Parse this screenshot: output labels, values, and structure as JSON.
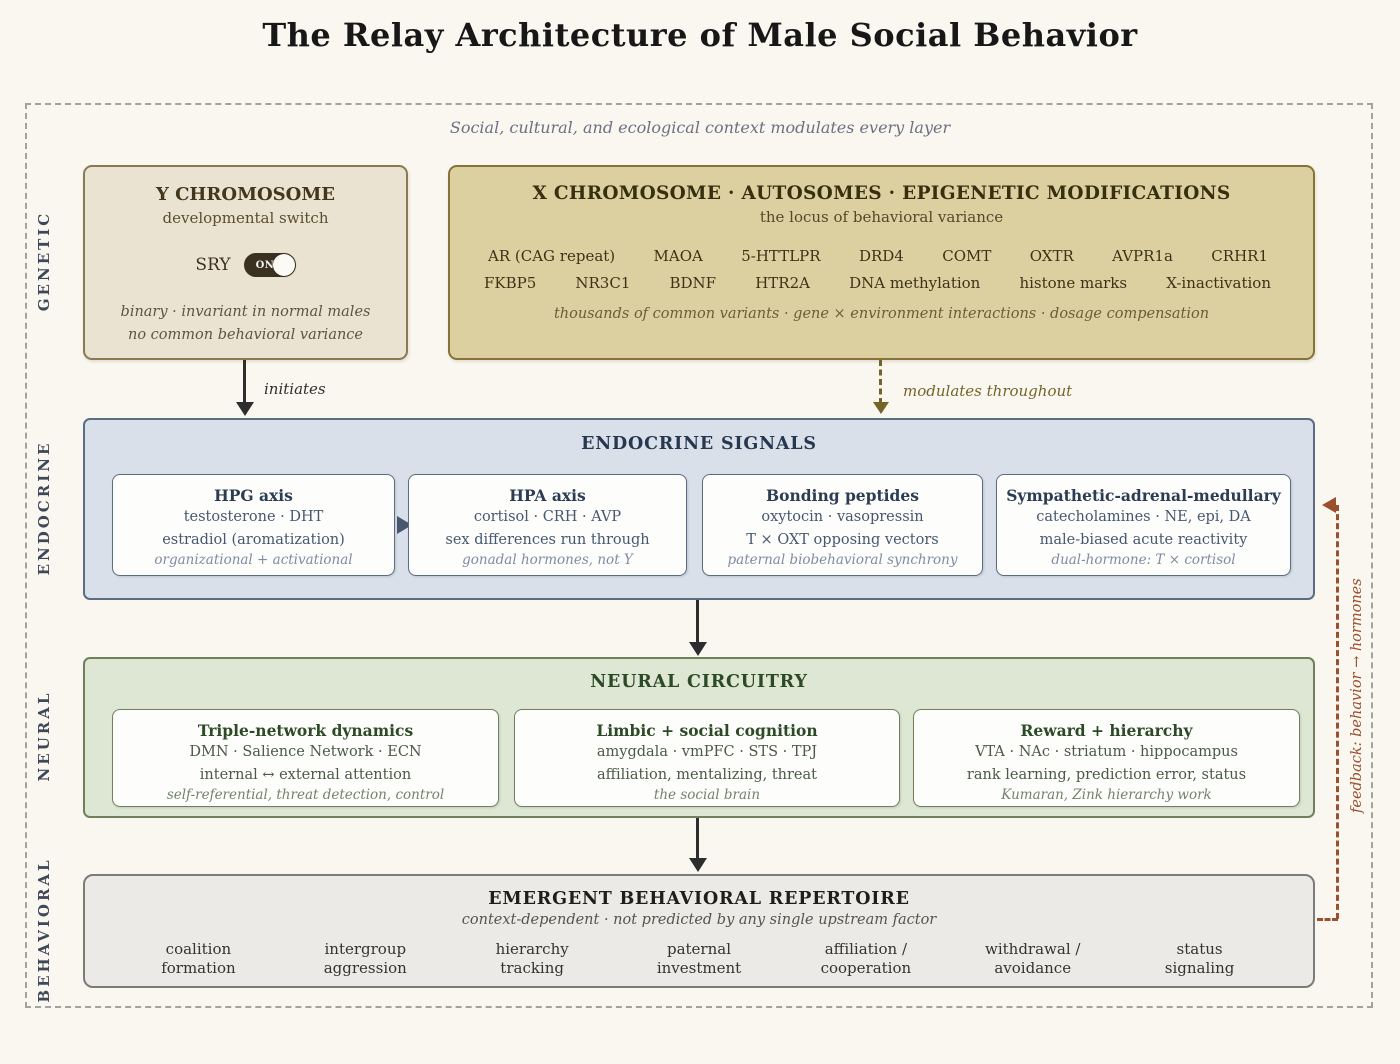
{
  "title": "The Relay Architecture of Male Social Behavior",
  "context_note": "Social, cultural, and ecological context modulates every layer",
  "layers": {
    "genetic": "GENETIC",
    "endocrine": "ENDOCRINE",
    "neural": "NEURAL",
    "behavioral": "BEHAVIORAL"
  },
  "y_box": {
    "title": "Y CHROMOSOME",
    "subtitle": "developmental switch",
    "sry_label": "SRY",
    "toggle_state": "ON",
    "note1": "binary · invariant in normal males",
    "note2": "no common behavioral variance"
  },
  "x_box": {
    "title": "X CHROMOSOME · AUTOSOMES · EPIGENETIC MODIFICATIONS",
    "subtitle": "the locus of behavioral variance",
    "genes_row1": [
      "AR (CAG repeat)",
      "MAOA",
      "5-HTTLPR",
      "DRD4",
      "COMT",
      "OXTR",
      "AVPR1a",
      "CRHR1"
    ],
    "genes_row2": [
      "FKBP5",
      "NR3C1",
      "BDNF",
      "HTR2A",
      "DNA methylation",
      "histone marks",
      "X-inactivation"
    ],
    "note": "thousands of common variants · gene × environment interactions · dosage compensation"
  },
  "arrows": {
    "initiates": "initiates",
    "modulates": "modulates throughout",
    "feedback": "feedback: behavior → hormones"
  },
  "endocrine": {
    "title": "ENDOCRINE SIGNALS",
    "cards": [
      {
        "title": "HPG axis",
        "line1": "testosterone · DHT",
        "line2": "estradiol (aromatization)",
        "note": "organizational + activational"
      },
      {
        "title": "HPA axis",
        "line1": "cortisol · CRH · AVP",
        "line2": "sex differences run through",
        "note": "gonadal hormones, not Y"
      },
      {
        "title": "Bonding peptides",
        "line1": "oxytocin · vasopressin",
        "line2": "T × OXT opposing vectors",
        "note": "paternal biobehavioral synchrony"
      },
      {
        "title": "Sympathetic-adrenal-medullary",
        "line1": "catecholamines · NE, epi, DA",
        "line2": "male-biased acute reactivity",
        "note": "dual-hormone: T × cortisol"
      }
    ]
  },
  "neural": {
    "title": "NEURAL CIRCUITRY",
    "cards": [
      {
        "title": "Triple-network dynamics",
        "line1": "DMN · Salience Network · ECN",
        "line2": "internal ↔ external attention",
        "note": "self-referential, threat detection, control"
      },
      {
        "title": "Limbic + social cognition",
        "line1": "amygdala · vmPFC · STS · TPJ",
        "line2": "affiliation, mentalizing, threat",
        "note": "the social brain"
      },
      {
        "title": "Reward + hierarchy",
        "line1": "VTA · NAc · striatum · hippocampus",
        "line2": "rank learning, prediction error, status",
        "note": "Kumaran, Zink hierarchy work"
      }
    ]
  },
  "behavioral": {
    "title": "EMERGENT BEHAVIORAL REPERTOIRE",
    "subtitle": "context-dependent · not predicted by any single upstream factor",
    "items": [
      {
        "line1": "coalition",
        "line2": "formation"
      },
      {
        "line1": "intergroup",
        "line2": "aggression"
      },
      {
        "line1": "hierarchy",
        "line2": "tracking"
      },
      {
        "line1": "paternal",
        "line2": "investment"
      },
      {
        "line1": "affiliation /",
        "line2": "cooperation"
      },
      {
        "line1": "withdrawal /",
        "line2": "avoidance"
      },
      {
        "line1": "status",
        "line2": "signaling"
      }
    ]
  },
  "colors": {
    "page_bg": "#faf7f0",
    "tan_light": "#ebe3d1",
    "tan_dark": "#ddd0a0",
    "blue_panel": "#d9e0ea",
    "green_panel": "#dee7d4",
    "gray_panel": "#ebeae7",
    "olive_arrow": "#756428",
    "feedback_arrow": "#9b4f2c",
    "ink_arrow": "#2d2d2d"
  }
}
